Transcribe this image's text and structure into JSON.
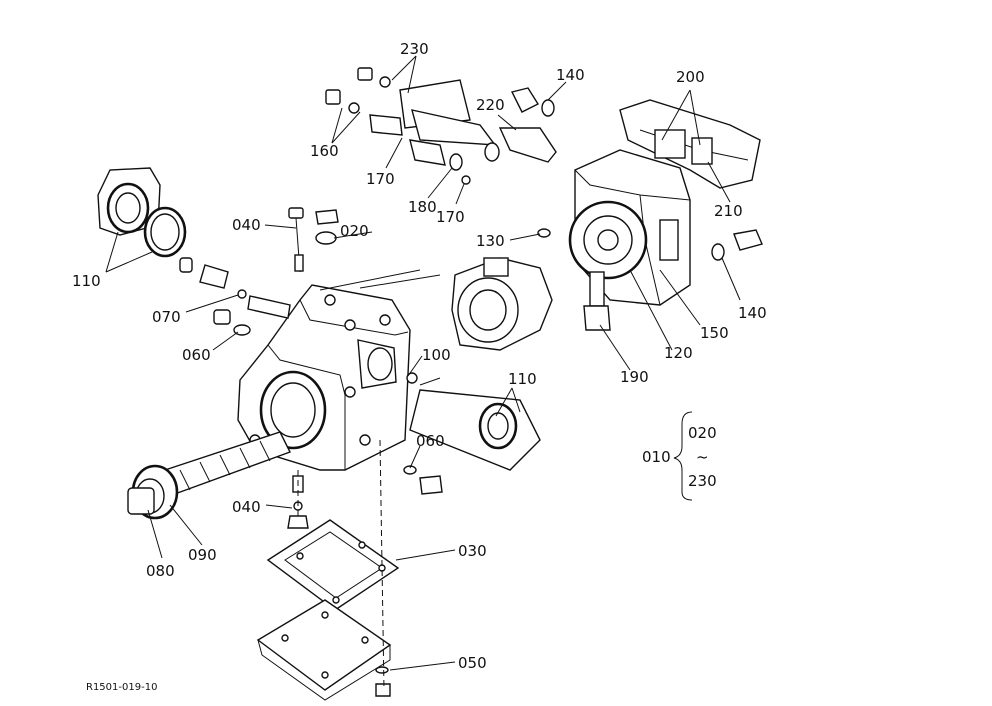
{
  "drawing_code": "R1501-019-10",
  "labels": {
    "p230": "230",
    "p160": "160",
    "p170a": "170",
    "p180": "180",
    "p170b": "170",
    "p140a": "140",
    "p220": "220",
    "p200": "200",
    "p210": "210",
    "p140b": "140",
    "p130": "130",
    "p150": "150",
    "p120": "120",
    "p190": "190",
    "p110a": "110",
    "p040a": "040",
    "p020": "020",
    "p070": "070",
    "p060a": "060",
    "p100": "100",
    "p110b": "110",
    "p060b": "060",
    "p040b": "040",
    "p080": "080",
    "p090": "090",
    "p030": "030",
    "p050": "050"
  },
  "assembly": {
    "parent": "010",
    "first": "020",
    "tilde": "~",
    "last": "230"
  }
}
